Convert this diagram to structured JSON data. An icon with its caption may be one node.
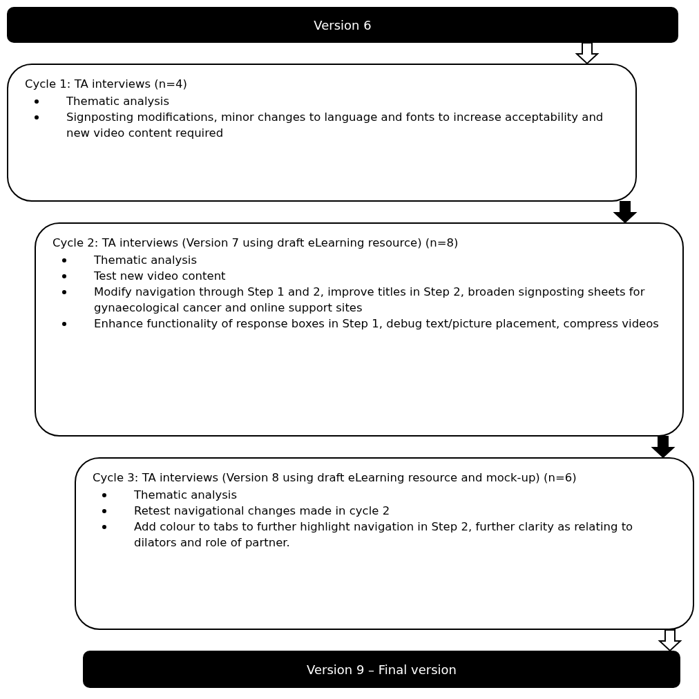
{
  "diagram": {
    "nodes": [
      {
        "text": [
          "Version 6"
        ]
      },
      {
        "text": [
          "Cycle 1: TA interviews (n=4)",
          "Thematic analysis",
          "Signposting modifications, minor changes to language and fonts to increase acceptability and new video content required"
        ]
      },
      {
        "text": [
          "Cycle 2: TA interviews (Version 7 using draft eLearning resource) (n=8)",
          "Thematic analysis",
          "Test new video content",
          "Modify navigation through Step 1 and 2, improve titles in Step 2, broaden signposting sheets for gynaecological cancer and online support sites",
          "Enhance functionality of response boxes in Step 1, debug text/picture placement, compress videos"
        ]
      },
      {
        "text": [
          "Cycle 3: TA interviews (Version 8 using draft eLearning resource and mock-up) (n=6)",
          "Thematic analysis",
          "Retest navigational changes made in cycle 2",
          "Add colour to tabs to further highlight navigation in Step 2, further clarity as relating to dilators and role of partner."
        ]
      },
      {
        "text": [
          "Version 9 – Final version"
        ]
      }
    ],
    "edges": [
      {
        "from": 0,
        "to": 1,
        "arrow": "to",
        "color": "#ffffff"
      },
      {
        "from": 1,
        "to": 2,
        "arrow": "to"
      },
      {
        "from": 2,
        "to": 3,
        "arrow": "to"
      },
      {
        "from": 3,
        "to": 4,
        "arrow": "to",
        "color": "#ffffff"
      }
    ]
  }
}
